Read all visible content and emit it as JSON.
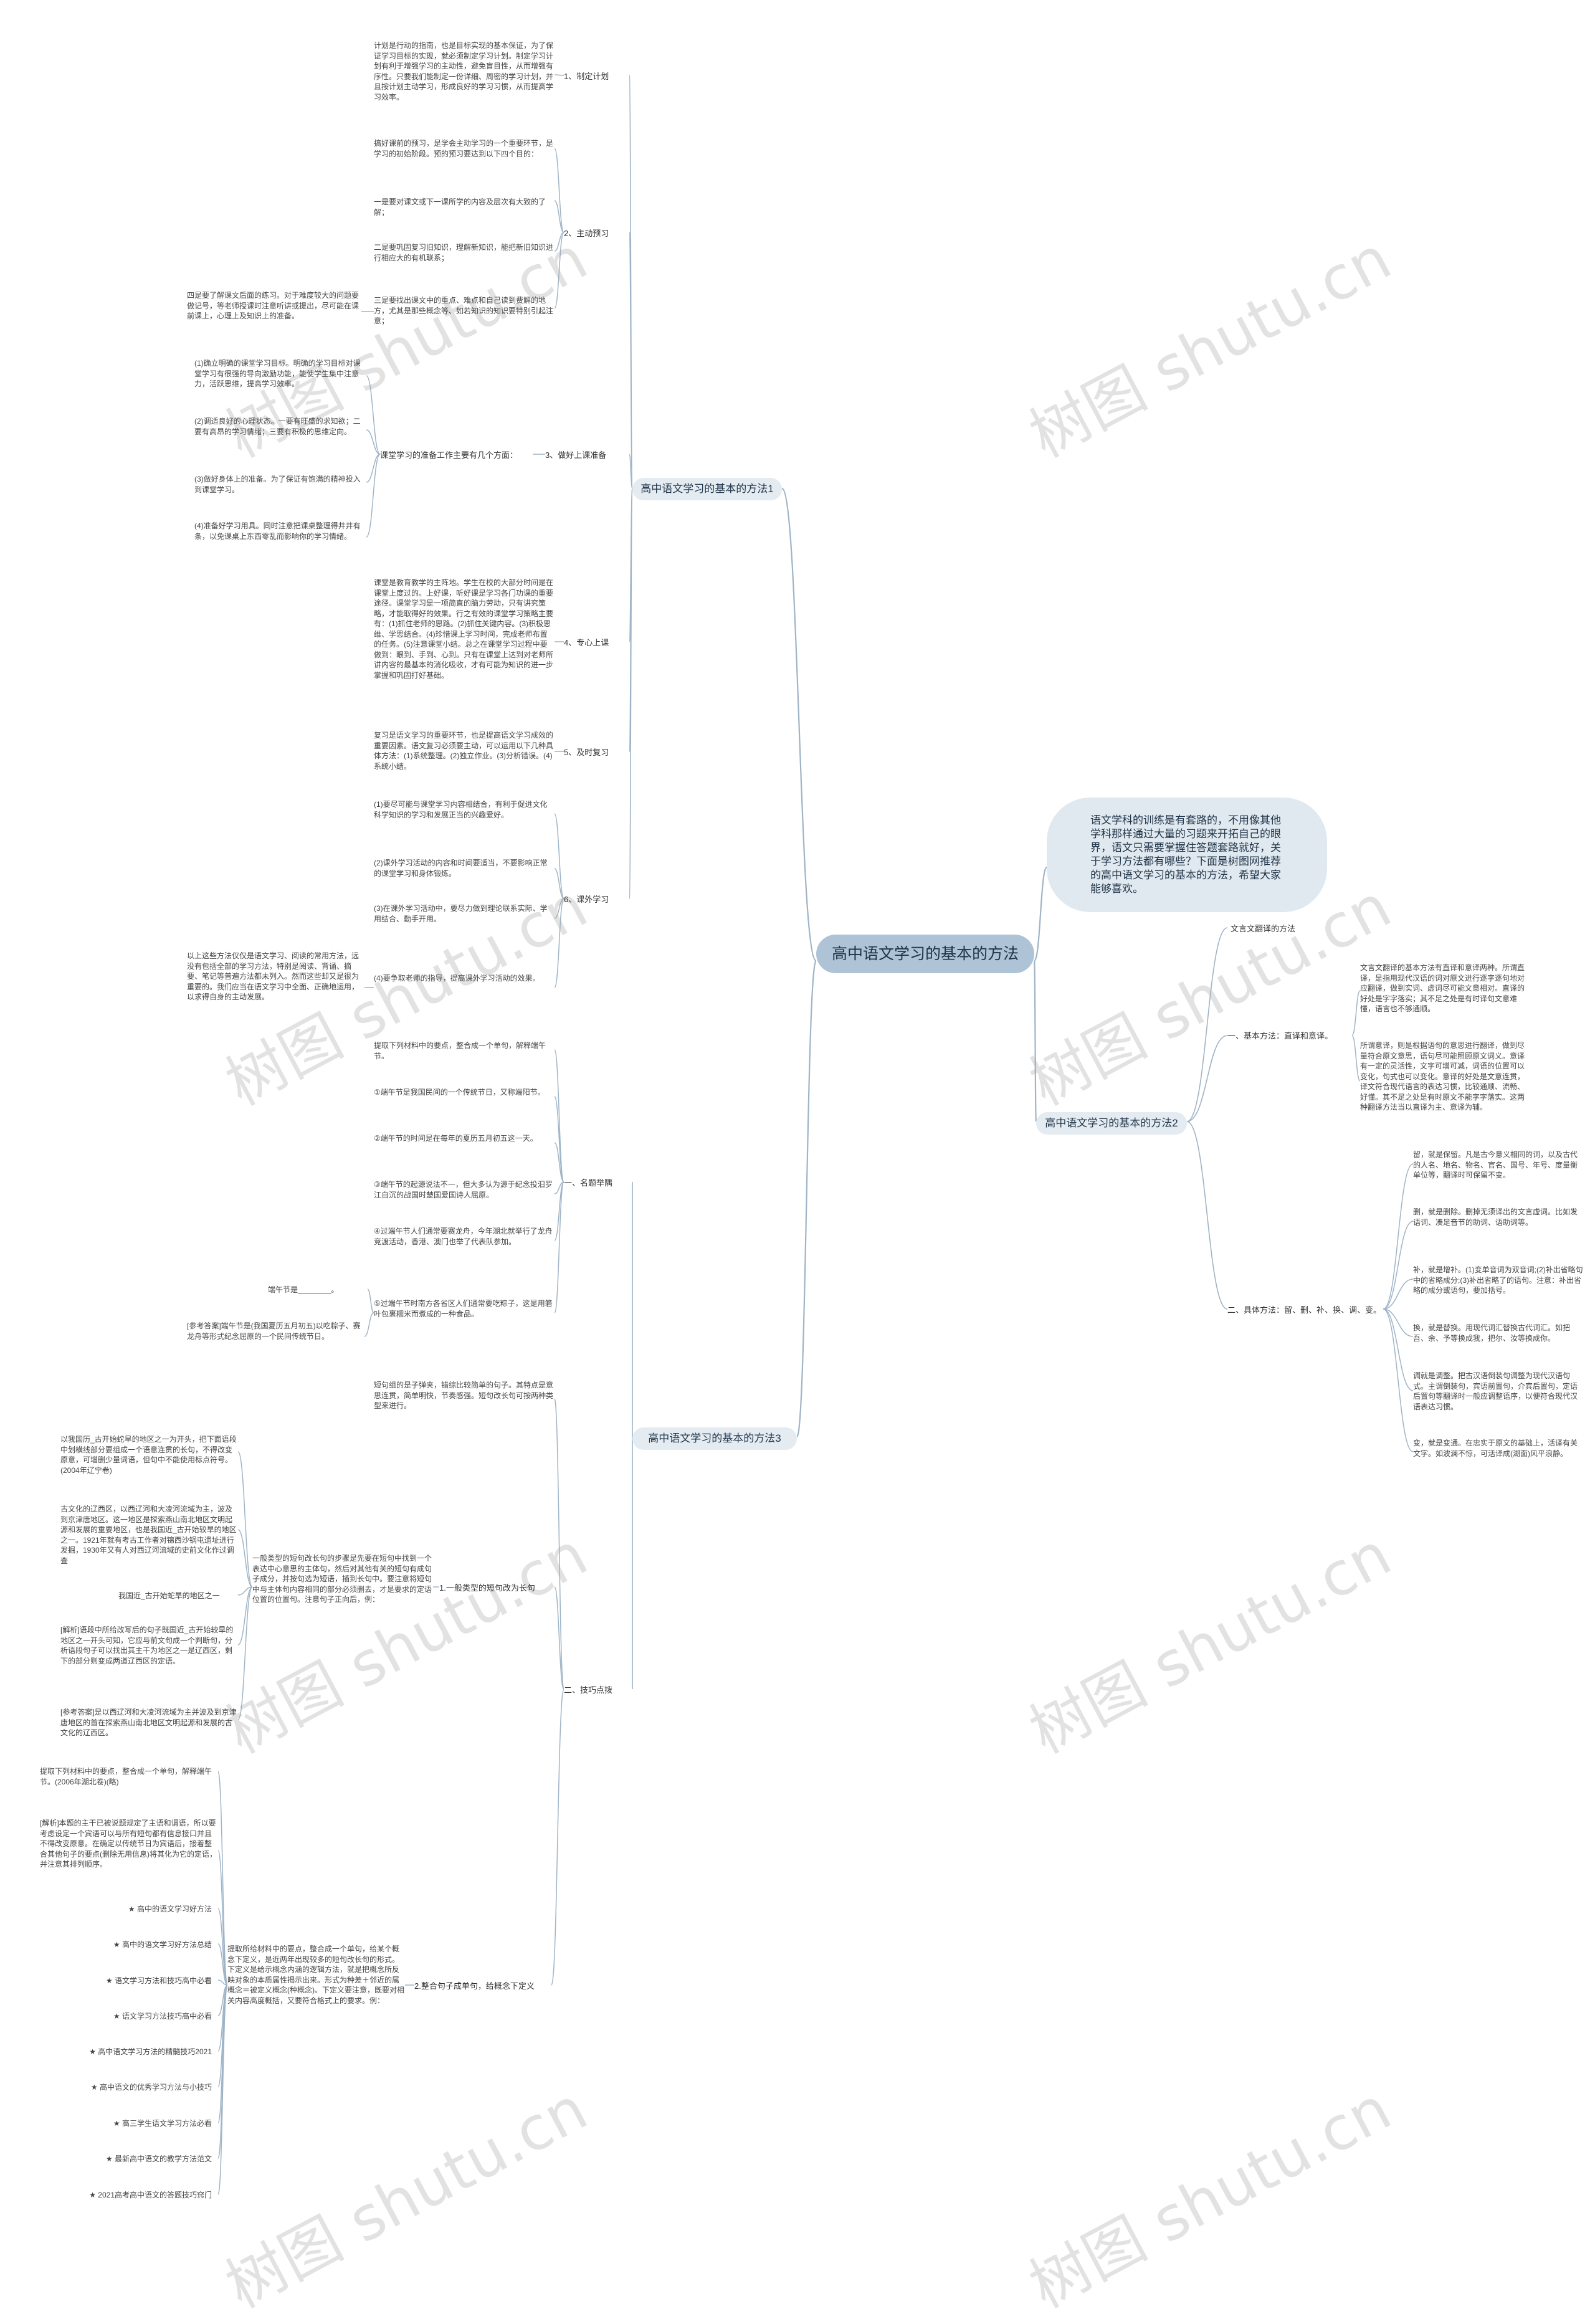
{
  "central": "高中语文学习的基本的方法",
  "intro": "语文学科的训练是有套路的，不用像其他学科那样通过大量的习题来开拓自己的眼界，语文只需要掌握住答题套路就好，关于学习方法都有哪些？下面是树图网推荐的高中语文学习的基本的方法，希望大家能够喜欢。",
  "method1": {
    "label": "高中语文学习的基本的方法1",
    "s1": {
      "title": "1、制定计划",
      "text": "计划是行动的指南，也是目标实现的基本保证，为了保证学习目标的实现，就必须制定学习计划。制定学习计划有利于增强学习的主动性，避免盲目性，从而增强有序性。只要我们能制定一份详细、周密的学习计划，并且按计划主动学习，形成良好的学习习惯，从而提高学习效率。"
    },
    "s2": {
      "title": "2、主动预习",
      "texts": [
        "搞好课前的预习，是学会主动学习的一个重要环节，是学习的初始阶段。预的预习要达到以下四个目的：",
        "一是要对课文或下一课所学的内容及层次有大致的了解；",
        "二是要巩固复习旧知识，理解新知识，能把新旧知识进行相应大的有机联系；",
        "三是要找出课文中的重点、难点和自己读到费解的地方，尤其是那些概念等、如若知识的知识要特别引起注意；",
        "四是要了解课文后面的练习。对于难度较大的问题要做记号，等老师授课时注意听讲或提出，尽可能在课前课上，心理上及知识上的准备。"
      ]
    },
    "s3": {
      "title": "3、做好上课准备",
      "head": "课堂学习的准备工作主要有几个方面：",
      "items": [
        "(1)确立明确的课堂学习目标。明确的学习目标对课堂学习有很强的导向激励功能，能使学生集中注意力，活跃思维，提高学习效率。",
        "(2)调适良好的心理状态。一要有旺盛的求知欲；二要有高昂的学习情绪；三要有积极的思维定向。",
        "(3)做好身体上的准备。为了保证有饱满的精神投入到课堂学习。",
        "(4)准备好学习用具。同时注意把课桌整理得井井有条，以免课桌上东西零乱而影响你的学习情绪。"
      ]
    },
    "s4": {
      "title": "4、专心上课",
      "text": "课堂是教育教学的主阵地。学生在校的大部分时间是在课堂上度过的。上好课，听好课是学习各门功课的重要途径。课堂学习是一项简直的脑力劳动，只有讲究策略，才能取得好的效果。行之有效的课堂学习策略主要有：(1)抓住老师的思路。(2)抓住关键内容。(3)积极思维、学思结合。(4)珍惜课上学习时间，完成老师布置的任务。(5)注意课堂小结。总之在课堂学习过程中要做到：眼到、手到、心到。只有在课堂上达到对老师所讲内容的最基本的消化吸收，才有可能为知识的进一步掌握和巩固打好基础。"
    },
    "s5": {
      "title": "5、及时复习",
      "text": "复习是语文学习的重要环节，也是提高语文学习成效的重要因素。语文复习必须要主动，可以运用以下几种具体方法：(1)系统整理。(2)独立作业。(3)分析错误。(4)系统小结。"
    },
    "s6": {
      "title": "6、课外学习",
      "items": [
        "(1)要尽可能与课堂学习内容相结合，有利于促进文化科学知识的学习和发展正当的兴趣爱好。",
        "(2)课外学习活动的内容和时间要适当，不要影响正常的课堂学习和身体锻炼。",
        "(3)在课外学习活动中，要尽力做到理论联系实际、学用结合、勤手开用。",
        "(4)要争取老师的指导，提高课外学习活动的效果。"
      ],
      "side": "以上这些方法仅仅是语文学习、阅读的常用方法，远没有包括全部的学习方法，特别是阅读、背诵、摘要、笔记等普遍方法都未列入。然而这些却又是很为重要的。我们应当在语文学习中全面、正确地运用，以求得自身的主动发展。"
    }
  },
  "method2": {
    "label": "高中语文学习的基本的方法2",
    "top": "文言文翻译的方法",
    "s1": {
      "title": "一、基本方法：直译和意译。",
      "items": [
        "文言文翻译的基本方法有直译和意译两种。所谓直译，是指用现代汉语的词对原文进行逐字逐句地对应翻译，做到实词、虚词尽可能文意相对。直译的好处是字字落实；其不足之处是有时译句文意难懂，语言也不够通顺。",
        "所谓意译，则是根据语句的意思进行翻译，做到尽量符合原文意思，语句尽可能照顾原文词义。意译有一定的灵活性，文字可增可减，词语的位置可以变化，句式也可以变化。意译的好处是文意连贯，译文符合现代语言的表达习惯，比较通顺、流畅、好懂。其不足之处是有时原文不能字字落实。这两种翻译方法当以直译为主、意译为辅。"
      ]
    },
    "s2": {
      "title": "二、具体方法：留、删、补、换、调、变。",
      "items": [
        "留，就是保留。凡是古今意义相同的词，以及古代的人名、地名、物名、官名、国号、年号、度量衡单位等，翻译时可保留不变。",
        "删，就是删除。删掉无须译出的文言虚词。比如发语词、凑足音节的助词、语助词等。",
        "补，就是增补。(1)变单音词为双音词;(2)补出省略句中的省略成分;(3)补出省略了的语句。注意：补出省略的成分或语句，要加括号。",
        "换，就是替换。用现代词汇替换古代词汇。如把吾、余、予等换成我，把尔、汝等换成你。",
        "调就是调整。把古汉语倒装句调整为现代汉语句式。主谓倒装句，宾语前置句，介宾后置句，定语后置句等翻译时一般应调整语序，以便符合现代汉语表达习惯。",
        "变，就是变通。在忠实于原文的基础上，活译有关文字。如波澜不惊，可活译成(湖面)风平浪静。"
      ]
    }
  },
  "method3": {
    "label": "高中语文学习的基本的方法3",
    "s1": {
      "title": "一、名题举隅",
      "items": [
        "提取下列材料中的要点，整合成一个单句，解释端午节。",
        "①端午节是我国民间的一个传统节日，又称端阳节。",
        "②端午节的时间是在每年的夏历五月初五这一天。",
        "③端午节的起源说法不一，但大多认为源于纪念投汨罗江自沉的战国时楚国爱国诗人屈原。",
        "④过端午节人们通常要赛龙舟，今年湖北就举行了龙舟竞渡活动，香港、澳门也举了代表队参加。",
        "⑤过端午节时南方各省区人们通常要吃粽子，这是用箬叶包裹糯米而煮成的一种食品。"
      ],
      "blank": "端午节是________。",
      "ans": "[参考答案]端午节是(我国夏历五月初五)以吃粽子、赛龙舟等形式纪念屈原的一个民间传统节日。"
    },
    "s2": {
      "title": "二、技巧点拨",
      "intro": "短句组的是子弹夹，错综比较简单的句子。其特点是意思连贯，简单明快，节奏感强。短句改长句可按两种类型来进行。",
      "t1": {
        "title": "1.一般类型的短句改为长句",
        "text": "一般类型的短句改长句的步骤是先要在短句中找到一个表达中心意思的主体句，然后对其他有关的短句有成句子成分，并按句选为短语，插到长句中。要注意将短句中与主体句内容相同的部分必须删去，才是要求的定语位置的位置句。注意句子正向后，例：",
        "ex": "以我国历_古开始蛇旱的地区之一为开头，把下面语段中划横线部分要组成一个语意连贯的长句，不得改变原意，可增删少量词语，但句中不能使用标点符号。(2004年辽宁卷)",
        "para": "古文化的辽西区，以西辽河和大凌河流域为主，波及到京津唐地区。这一地区是探索燕山南北地区文明起源和发展的重要地区，也是我国近_古开始较旱的地区之一。1921年就有考古工作者对锦西沙锅屯遗址进行发掘，1930年又有人对西辽河流域的史前文化作过调查",
        "blank": "我国近_古开始蛇旱的地区之一",
        "analysis": "[解析]语段中所给改写后的句子既国近_古开始较旱的地区之一开头可知，它应与前文句成一个判断句，分析语段句子可以找出其主干为地区之一是辽西区，剩下的部分则变成两道辽西区的定语。",
        "ans": "[参考答案]是以西辽河和大凌河流域为主并波及到京津唐地区的首在探索燕山南北地区文明起源和发展的古文化的辽西区。"
      },
      "t2": {
        "title": "2.整合句子成单句，给概念下定义",
        "text": "提取所给材料中的要点，整合成一个单句，给某个概念下定义，是近两年出现较多的短句改长句的形式。下定义是给示概念内涵的逻辑方法，就是把概念所反映对象的本质属性揭示出来。形式为种差＋邻近的属概念＝被定义概念(种概念)。下定义要注意，既要对相关内容高度概括，又要符合格式上的要求。例：",
        "ex": "提取下列材料中的要点，整合成一个单句，解释端午节。(2006年湖北卷)(略)",
        "analysis": "[解析]本题的主干已被说题规定了主语和谓语，所以要考虑设定一个宾语可以与所有短句都有信息接口并且不得改变原意。在确定以传统节日为宾语后，接着整合其他句子的要点(删除无用信息)将其化为它的定语，并注意其排列顺序。",
        "links": [
          "★ 高中的语文学习好方法",
          "★ 高中的语文学习好方法总结",
          "★ 语文学习方法和技巧高中必看",
          "★ 语文学习方法技巧高中必看",
          "★ 高中语文学习方法的精髓技巧2021",
          "★ 高中语文的优秀学习方法与小技巧",
          "★ 高三学生语文学习方法必看",
          "★ 最新高中语文的教学方法范文",
          "★ 2021高考高中语文的答题技巧窍门"
        ]
      }
    }
  },
  "watermark": "树图 shutu.cn"
}
